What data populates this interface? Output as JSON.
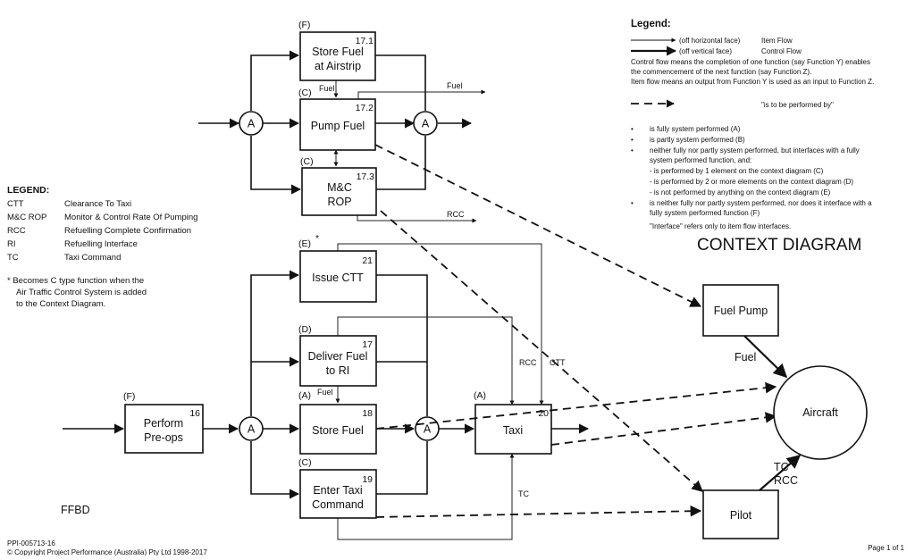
{
  "ffbd": {
    "label": "FFBD",
    "functions": {
      "f171": {
        "type": "(F)",
        "num": "17.1",
        "lines": [
          "Store Fuel",
          "at Airstrip"
        ]
      },
      "f172": {
        "type": "(C)",
        "num": "17.2",
        "lines": [
          "Pump Fuel"
        ]
      },
      "f173": {
        "type": "(C)",
        "num": "17.3",
        "lines": [
          "M&C",
          "ROP"
        ]
      },
      "f21": {
        "type": "(E)",
        "num": "21",
        "lines": [
          "Issue CTT"
        ],
        "note": "*"
      },
      "f17": {
        "type": "(D)",
        "num": "17",
        "lines": [
          "Deliver Fuel",
          "to RI"
        ]
      },
      "f16": {
        "type": "(F)",
        "num": "16",
        "lines": [
          "Perform",
          "Pre-ops"
        ]
      },
      "f18": {
        "type": "(A)",
        "num": "18",
        "lines": [
          "Store Fuel"
        ]
      },
      "f19": {
        "type": "(C)",
        "num": "19",
        "lines": [
          "Enter Taxi",
          "Command"
        ]
      },
      "f20": {
        "type": "(A)",
        "num": "20",
        "lines": [
          "Taxi"
        ]
      }
    },
    "and_gate": "A",
    "flows": {
      "fuel_a": "Fuel",
      "fuel_b": "Fuel",
      "fuel_c": "Fuel",
      "rcc_a": "RCC",
      "rcc_b": "RCC",
      "ctt": "CTT",
      "tc": "TC"
    }
  },
  "context": {
    "title": "CONTEXT DIAGRAM",
    "fuel_pump": "Fuel Pump",
    "aircraft": "Aircraft",
    "pilot": "Pilot",
    "fuel_label": "Fuel",
    "tc_label": "TC",
    "rcc_label": "RCC"
  },
  "left_legend": {
    "heading": "LEGEND:",
    "items": [
      {
        "abbr": "CTT",
        "text": "Clearance To Taxi"
      },
      {
        "abbr": "M&C ROP",
        "text": "Monitor & Control Rate Of Pumping"
      },
      {
        "abbr": "RCC",
        "text": "Refuelling Complete Confirmation"
      },
      {
        "abbr": "RI",
        "text": "Refuelling Interface"
      },
      {
        "abbr": "TC",
        "text": "Taxi Command"
      }
    ],
    "note": [
      "*  Becomes C type function when the",
      "Air Traffic Control System is added",
      "to the Context Diagram."
    ]
  },
  "right_legend": {
    "heading": "Legend:",
    "item_flow_face": "(off horizontal face)",
    "item_flow": "Item Flow",
    "control_flow_face": "(off vertical face)",
    "control_flow": "Control Flow",
    "control_def": [
      "Control flow means the completion of one function (say Function Y) enables",
      "the  commencement of the next function (say Function Z)."
    ],
    "item_def": "Item flow means an output from Function Y is used as an input to Function Z.",
    "performed_by": "\"is to be performed by\"",
    "bullets": [
      [
        "is fully system performed (A)"
      ],
      [
        "is partly system performed (B)"
      ],
      [
        "neither fully nor partly system performed, but interfaces with a fully",
        "system        performed function, and:"
      ],
      [
        "- is performed by 1 element on the context diagram (C)"
      ],
      [
        "- is performed by 2 or more elements on the context diagram (D)"
      ],
      [
        "- is not performed by anything on the context diagram (E)"
      ],
      [
        "is neither fully nor partly system performed, nor does it interface with a",
        "fully system performed function (F)"
      ]
    ],
    "interface_note": "\"Interface\" refers only to item flow interfaces."
  },
  "footer": {
    "doc_id": "PPI-005713-16",
    "copyright": "© Copyright Project Performance (Australia) Pty Ltd 1998-2017",
    "page": "Page 1 of 1"
  }
}
